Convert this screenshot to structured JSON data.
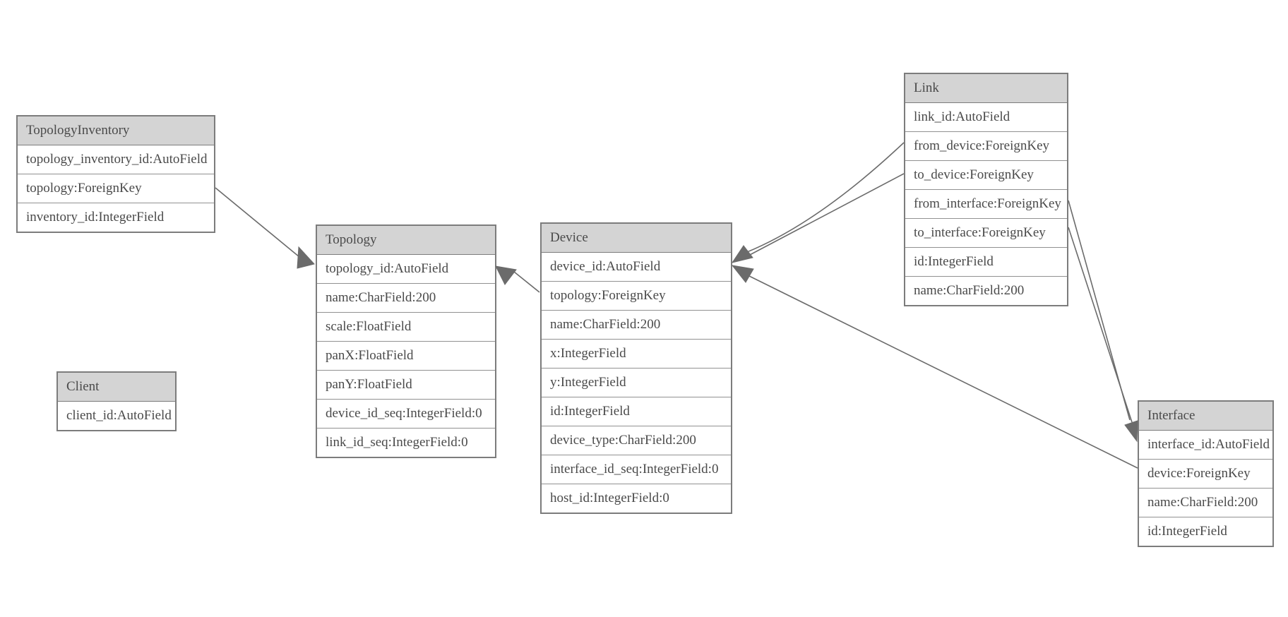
{
  "diagram": {
    "kind": "entity-relationship-model-diagram",
    "entities": {
      "topology_inventory": {
        "title": "TopologyInventory",
        "fields": [
          "topology_inventory_id:AutoField",
          "topology:ForeignKey",
          "inventory_id:IntegerField"
        ]
      },
      "topology": {
        "title": "Topology",
        "fields": [
          "topology_id:AutoField",
          "name:CharField:200",
          "scale:FloatField",
          "panX:FloatField",
          "panY:FloatField",
          "device_id_seq:IntegerField:0",
          "link_id_seq:IntegerField:0"
        ]
      },
      "client": {
        "title": "Client",
        "fields": [
          "client_id:AutoField"
        ]
      },
      "device": {
        "title": "Device",
        "fields": [
          "device_id:AutoField",
          "topology:ForeignKey",
          "name:CharField:200",
          "x:IntegerField",
          "y:IntegerField",
          "id:IntegerField",
          "device_type:CharField:200",
          "interface_id_seq:IntegerField:0",
          "host_id:IntegerField:0"
        ]
      },
      "link": {
        "title": "Link",
        "fields": [
          "link_id:AutoField",
          "from_device:ForeignKey",
          "to_device:ForeignKey",
          "from_interface:ForeignKey",
          "to_interface:ForeignKey",
          "id:IntegerField",
          "name:CharField:200"
        ]
      },
      "interface": {
        "title": "Interface",
        "fields": [
          "interface_id:AutoField",
          "device:ForeignKey",
          "name:CharField:200",
          "id:IntegerField"
        ]
      }
    },
    "relations": [
      {
        "from": "TopologyInventory.topology",
        "to": "Topology"
      },
      {
        "from": "Device.topology",
        "to": "Topology"
      },
      {
        "from": "Link.from_device",
        "to": "Device"
      },
      {
        "from": "Link.to_device",
        "to": "Device"
      },
      {
        "from": "Link.from_interface",
        "to": "Interface"
      },
      {
        "from": "Link.to_interface",
        "to": "Interface"
      },
      {
        "from": "Interface.device",
        "to": "Device"
      }
    ],
    "colors": {
      "background": "#ffffff",
      "header_fill": "#d4d4d4",
      "table_border": "#7c7c7c",
      "row_separator": "#919191",
      "text": "#4a4a4a",
      "edge": "#6b6b6b"
    }
  }
}
